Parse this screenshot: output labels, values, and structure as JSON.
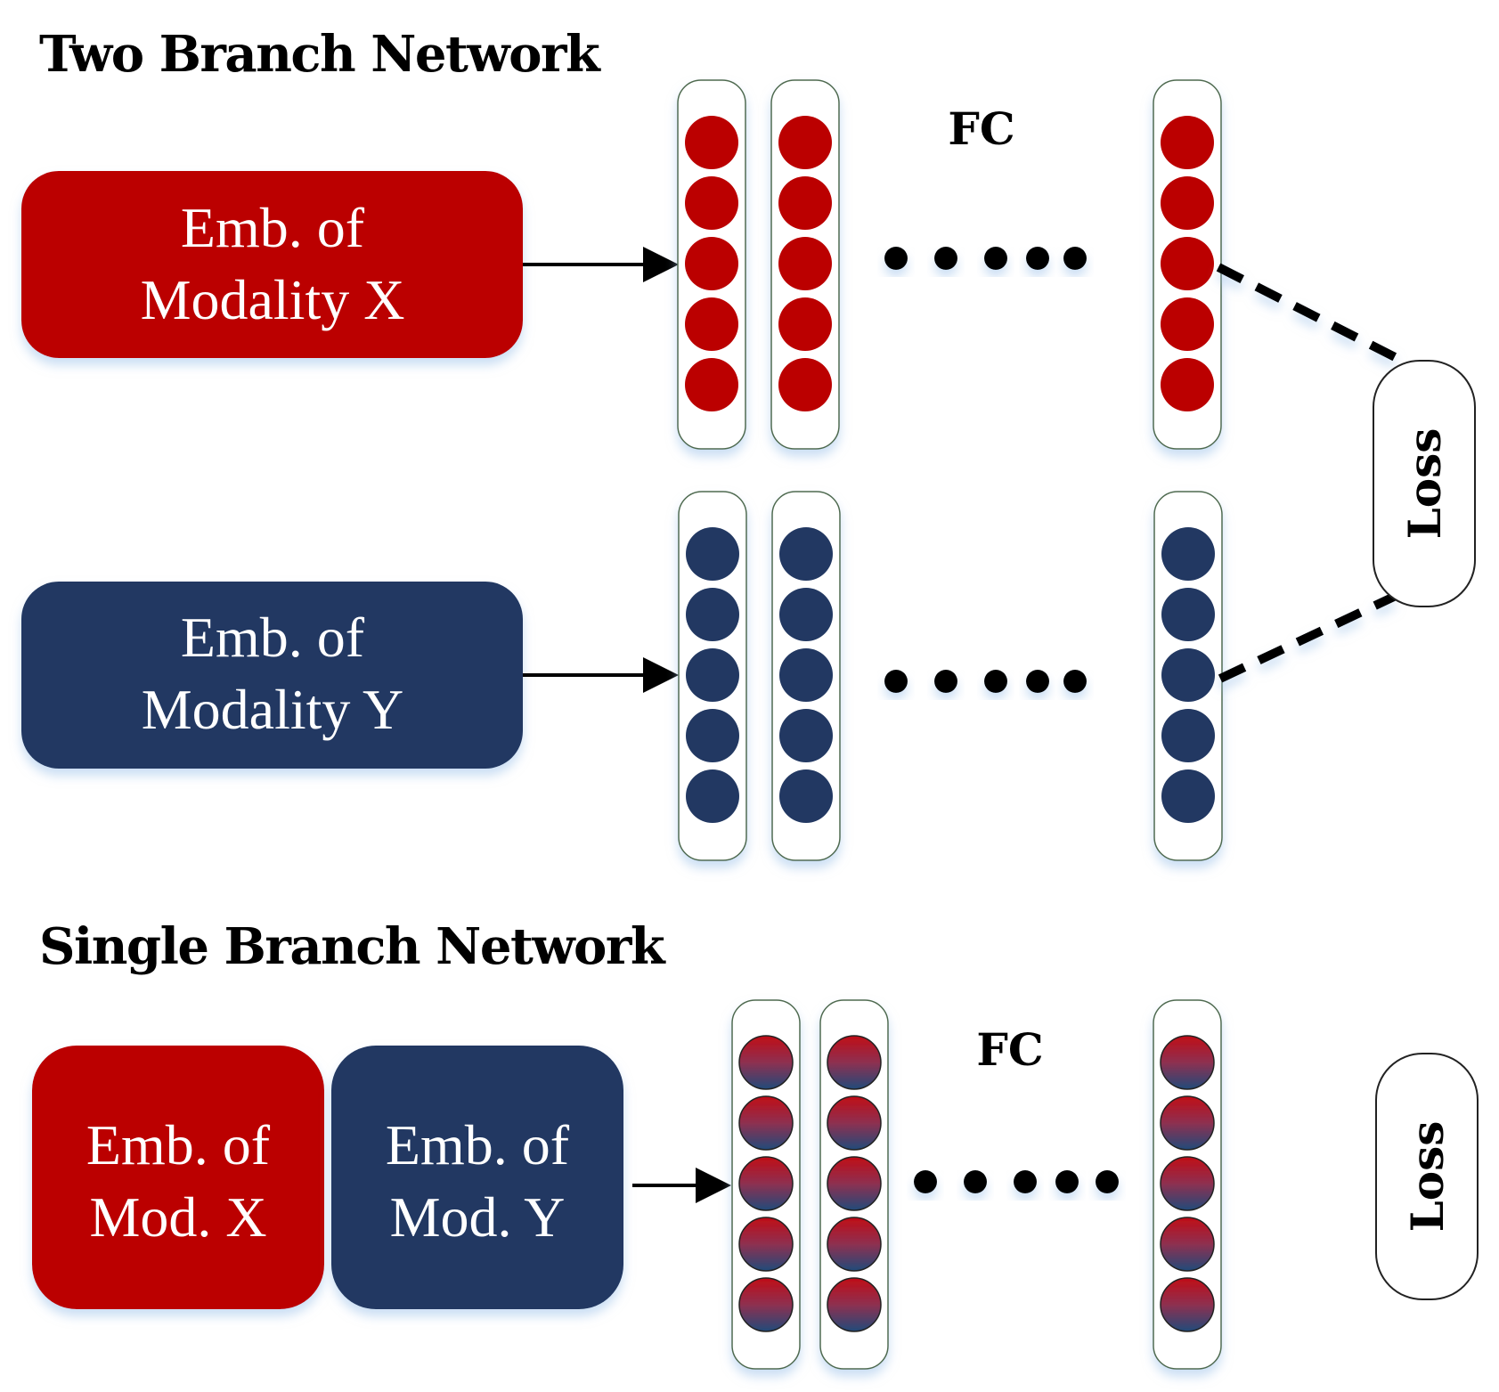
{
  "colors": {
    "modality_x": "#bb0000",
    "modality_y": "#223962",
    "mixed_top": "#c00d16",
    "mixed_bottom": "#214a7a",
    "line": "#000000",
    "layer_border": "#556b55"
  },
  "two_branch": {
    "title": "Two Branch Network",
    "fc_label": "FC",
    "branch_x": {
      "label_line1": "Emb. of",
      "label_line2": "Modality X",
      "layers": 3,
      "neurons_per_layer": 5
    },
    "branch_y": {
      "label_line1": "Emb. of",
      "label_line2": "Modality Y",
      "layers": 3,
      "neurons_per_layer": 5
    },
    "ellipsis_dots": 5,
    "loss_label": "Loss"
  },
  "single_branch": {
    "title": "Single Branch Network",
    "fc_label": "FC",
    "input_x": {
      "label_line1": "Emb. of",
      "label_line2": "Mod. X"
    },
    "input_y": {
      "label_line1": "Emb. of",
      "label_line2": "Mod. Y"
    },
    "layers": 3,
    "neurons_per_layer": 5,
    "ellipsis_dots": 5,
    "loss_label": "Loss"
  }
}
